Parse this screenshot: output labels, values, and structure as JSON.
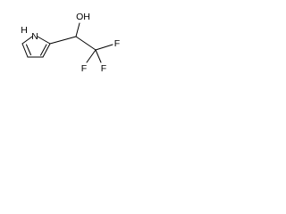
{
  "molecule": {
    "atom_labels": {
      "pyrrole_nh": "H",
      "pyrrole_n": "N",
      "hydroxyl": "OH",
      "fluorine_top": "F",
      "fluorine_bottom_left": "F",
      "fluorine_bottom_right": "F"
    }
  }
}
